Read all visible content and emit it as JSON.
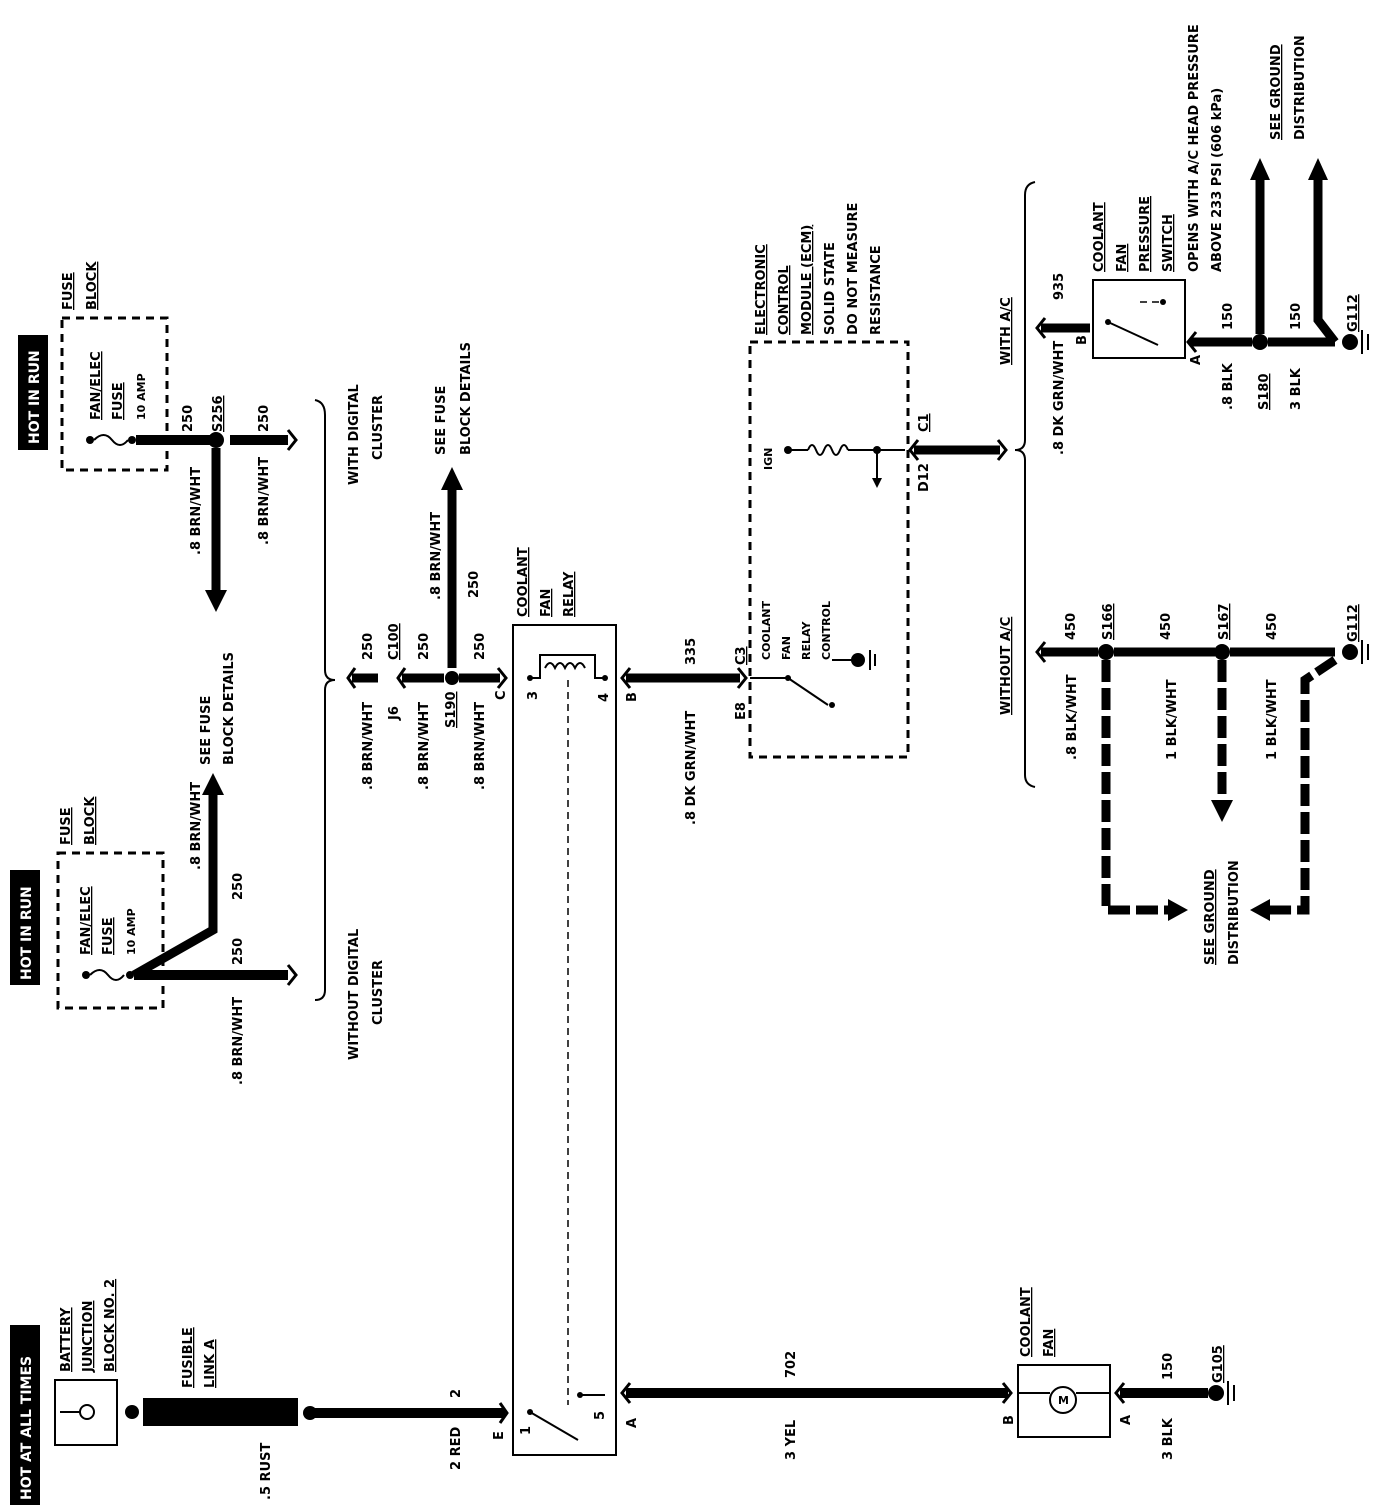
{
  "tags": {
    "hot_at_all_times": "HOT AT ALL TIMES",
    "hot_in_run_upper": "HOT IN RUN",
    "hot_in_run_lower": "HOT IN RUN"
  },
  "battery_block": {
    "line1": "BATTERY",
    "line2": "JUNCTION",
    "line3": "BLOCK NO. 2"
  },
  "fusible_link": {
    "line1": "FUSIBLE",
    "line2": "LINK A",
    "wire_size": ".5 RUST"
  },
  "fuse_block_upper": {
    "title1": "FUSE",
    "title2": "BLOCK",
    "fuse1": "FAN/ELEC",
    "fuse2": "FUSE",
    "rating": "10 AMP"
  },
  "fuse_block_lower": {
    "title1": "FUSE",
    "title2": "BLOCK",
    "fuse1": "FAN/ELEC",
    "fuse2": "FUSE",
    "rating": "10 AMP"
  },
  "upper_circuit": {
    "splice": "S256",
    "circuit_a": "250",
    "circuit_b": "250",
    "wire_a": ".8 BRN/WHT",
    "wire_b": ".8 BRN/WHT",
    "see1": "SEE FUSE",
    "see2": "BLOCK DETAILS",
    "with1": "WITH DIGITAL",
    "with2": "CLUSTER"
  },
  "lower_circuit": {
    "wire_a": ".8 BRN/WHT",
    "wire_b": ".8 BRN/WHT",
    "circuit_a": "250",
    "circuit_b": "250",
    "without1": "WITHOUT DIGITAL",
    "without2": "CLUSTER"
  },
  "center": {
    "see1": "SEE FUSE",
    "see2": "BLOCK DETAILS",
    "wire_up": ".8 BRN/WHT",
    "circuit_up": "250",
    "c100": "C100",
    "j6": "J6",
    "s190": "S190",
    "c_pin": "C",
    "circ1": "250",
    "circ2": "250",
    "circ3": "250",
    "wire1": ".8 BRN/WHT",
    "wire2": ".8 BRN/WHT",
    "wire3": ".8 BRN/WHT"
  },
  "relay": {
    "title1": "COOLANT",
    "title2": "FAN",
    "title3": "RELAY",
    "pin3": "3",
    "pin4": "4",
    "pinB": "B",
    "pin1": "1",
    "pin5": "5",
    "pinA": "A",
    "pinE": "E"
  },
  "relay_to_ecm": {
    "circuit": "335",
    "wire": ".8 DK GRN/WHT",
    "c3": "C3",
    "e8": "E8"
  },
  "ecm": {
    "line1": "ELECTRONIC",
    "line2": "CONTROL",
    "line3": "MODULE (ECM)",
    "line4": "SOLID STATE",
    "line5": "DO NOT MEASURE",
    "line6": "RESISTANCE",
    "ign": "IGN",
    "c1": "C1",
    "d12": "D12",
    "ctrl1": "COOLANT",
    "ctrl2": "FAN",
    "ctrl3": "RELAY",
    "ctrl4": "CONTROL"
  },
  "with_ac": {
    "label": "WITH A/C",
    "circuit": "935",
    "wire": ".8 DK GRN/WHT",
    "switch1": "COOLANT",
    "switch2": "FAN",
    "switch3": "PRESSURE",
    "switch4": "SWITCH",
    "note1": "OPENS WITH A/C HEAD PRESSURE",
    "note2": "ABOVE 233 PSI (606 kPa)",
    "pinB": "B",
    "pinA": "A",
    "circ150a": "150",
    "circ150b": "150",
    "wire_blk": ".8 BLK",
    "wire_3blk": "3 BLK",
    "s180": "S180",
    "g112": "G112",
    "see1": "SEE GROUND",
    "see2": "DISTRIBUTION"
  },
  "without_ac": {
    "label": "WITHOUT A/C",
    "s166": "S166",
    "s167": "S167",
    "g112": "G112",
    "circ1": "450",
    "circ2": "450",
    "circ3": "450",
    "wire1": ".8 BLK/WHT",
    "wire2": "1 BLK/WHT",
    "wire3": "1 BLK/WHT",
    "see1": "SEE GROUND",
    "see2": "DISTRIBUTION"
  },
  "power_feed": {
    "circuit": "2",
    "wire": "2 RED"
  },
  "fan_feed": {
    "circuit": "702",
    "wire": "3 YEL"
  },
  "fan": {
    "title1": "COOLANT",
    "title2": "FAN",
    "pinB": "B",
    "pinA": "A",
    "motor": "M"
  },
  "fan_ground": {
    "circuit": "150",
    "wire": "3 BLK",
    "g105": "G105"
  }
}
